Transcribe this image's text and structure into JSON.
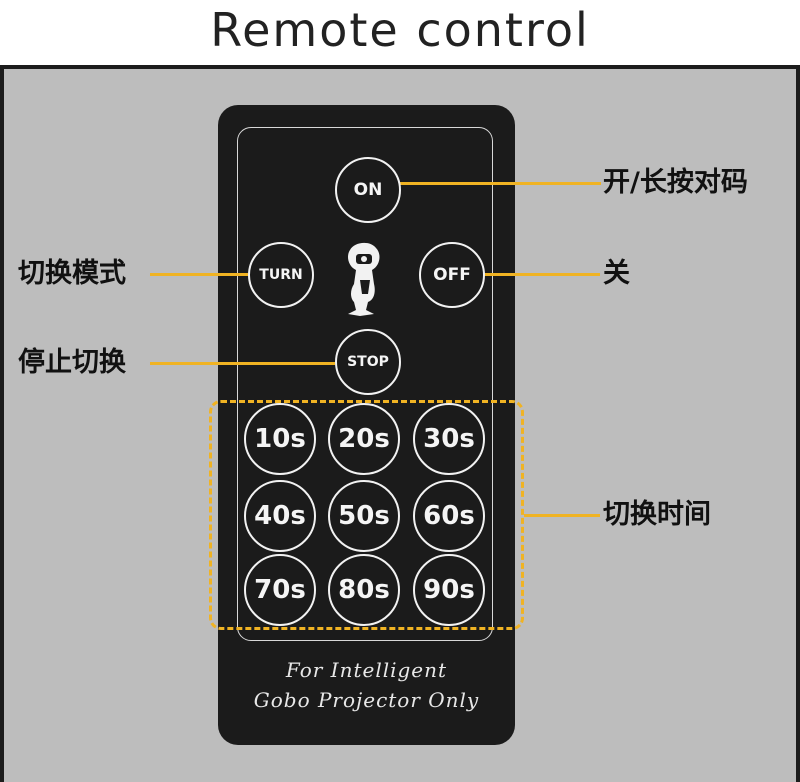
{
  "title": "Remote control",
  "colors": {
    "accent": "#f0b323",
    "remote_body": "#1b1b1b",
    "panel_bg": "#bdbdbd"
  },
  "buttons": {
    "on": "ON",
    "turn": "TURN",
    "off": "OFF",
    "stop": "STOP",
    "times": [
      "10s",
      "20s",
      "30s",
      "40s",
      "50s",
      "60s",
      "70s",
      "80s",
      "90s"
    ]
  },
  "annotations": {
    "on": "开/长按对码",
    "turn": "切换模式",
    "off": "关",
    "stop": "停止切换",
    "times": "切换时间"
  },
  "footer": {
    "line1": "For Intelligent",
    "line2": "Gobo Projector Only"
  },
  "icons": {
    "center": "projector-icon"
  }
}
